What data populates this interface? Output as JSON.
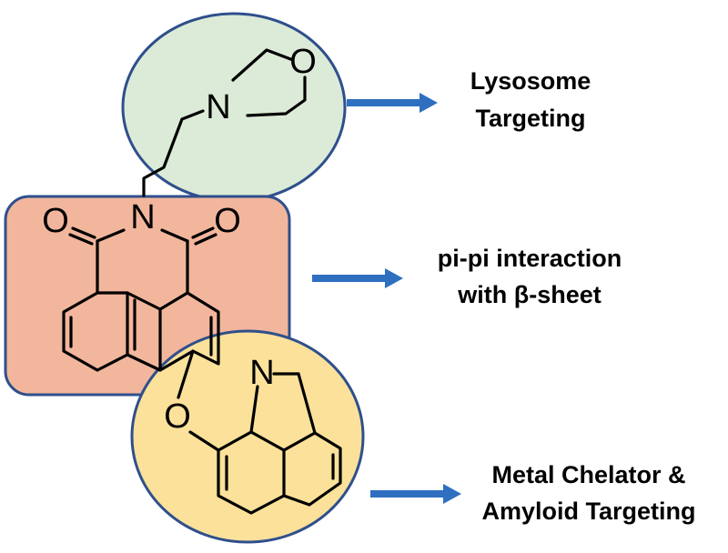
{
  "atoms": {
    "morpholine_o": "O",
    "morpholine_n": "N",
    "imide_n": "N",
    "carbonyl_o_left": "O",
    "carbonyl_o_right": "O",
    "ether_o": "O",
    "quinoline_n": "N"
  },
  "labels": {
    "lysosome": [
      "Lysosome",
      "Targeting"
    ],
    "pipi": [
      "pi-pi interaction",
      "with β-sheet"
    ],
    "metal": [
      "Metal Chelator &",
      "Amyloid Targeting"
    ]
  },
  "colors": {
    "green_region": "#dcebd7",
    "orange_region": "#f2b69c",
    "yellow_region": "#fbe19a",
    "region_border": "#2f4f8c",
    "arrow": "#2e6fc0"
  }
}
